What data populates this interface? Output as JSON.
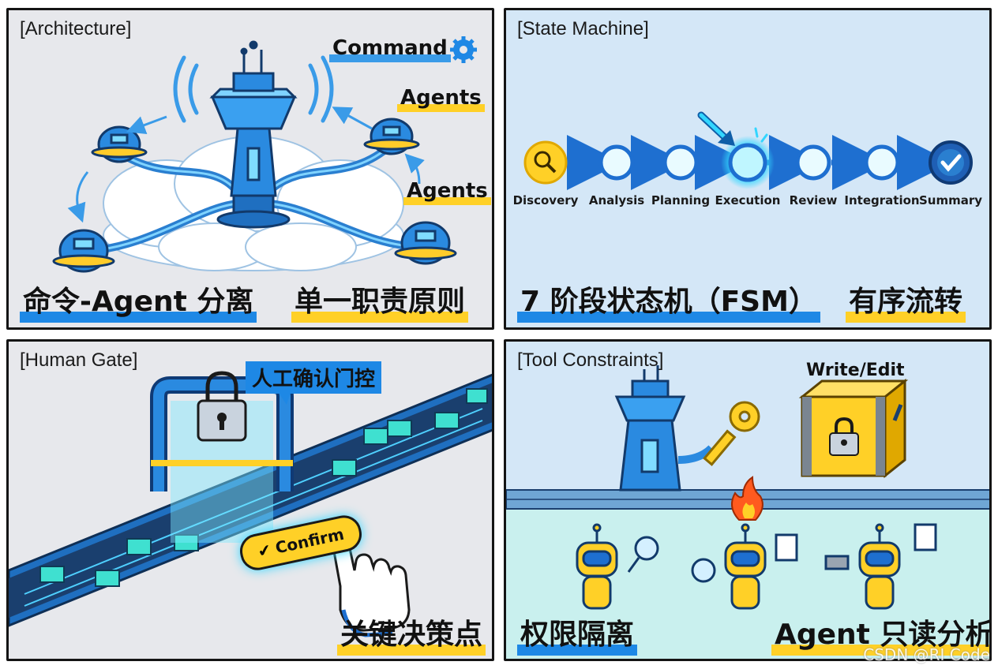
{
  "architecture": {
    "tag": "[Architecture]",
    "command_label": "Command",
    "agents_label_1": "Agents",
    "agents_label_2": "Agents",
    "caption_left": "命令-Agent 分离",
    "caption_right": "单一职责原则"
  },
  "state_machine": {
    "tag": "[State Machine]",
    "stages": [
      "Discovery",
      "Analysis",
      "Planning",
      "Execution",
      "Review",
      "Integration",
      "Summary"
    ],
    "caption_left": "7 阶段状态机（FSM）",
    "caption_right": "有序流转"
  },
  "human_gate": {
    "tag": "[Human Gate]",
    "bubble_label": "人工确认门控",
    "confirm_button": "Confirm",
    "caption": "关键决策点"
  },
  "tool_constraints": {
    "tag": "[Tool Constraints]",
    "write_edit_label": "Write/Edit",
    "caption_left": "权限隔离",
    "caption_right": "Agent 只读分析"
  },
  "watermark": "CSDN @RI Code",
  "colors": {
    "accent_blue": "#1e88e5",
    "highlight_yellow": "#ffd027",
    "panel_gray": "#e7e8ec",
    "panel_blue": "#d4e7f7"
  }
}
